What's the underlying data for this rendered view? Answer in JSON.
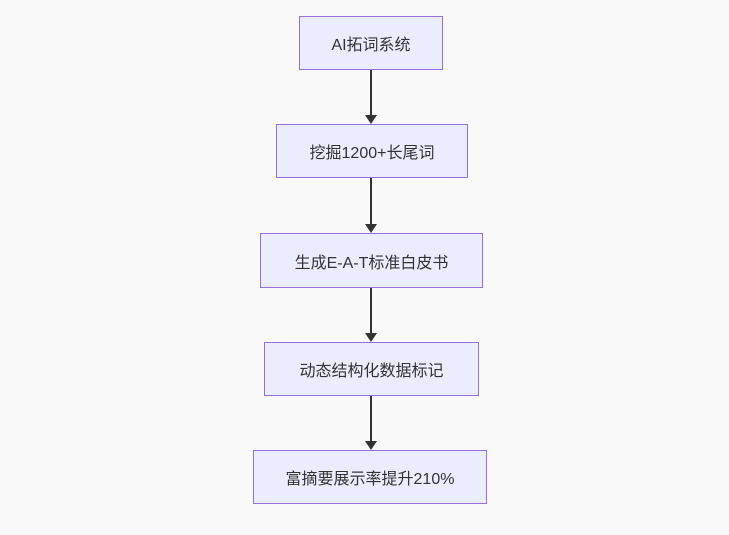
{
  "diagram": {
    "type": "flowchart-vertical",
    "colors": {
      "background": "#f9f9f9",
      "node_fill": "#ececff",
      "node_border": "#9370db",
      "node_text": "#333333",
      "arrow": "#333333"
    },
    "nodes": [
      {
        "id": "ai-keyword-system",
        "label": "AI拓词系统"
      },
      {
        "id": "mine-longtail-keywords",
        "label": "挖掘1200+长尾词"
      },
      {
        "id": "generate-eat-whitepaper",
        "label": "生成E-A-T标准白皮书"
      },
      {
        "id": "dynamic-structured-data",
        "label": "动态结构化数据标记"
      },
      {
        "id": "rich-snippet-rate",
        "label": "富摘要展示率提升210%"
      }
    ],
    "edges": [
      {
        "from": "ai-keyword-system",
        "to": "mine-longtail-keywords"
      },
      {
        "from": "mine-longtail-keywords",
        "to": "generate-eat-whitepaper"
      },
      {
        "from": "generate-eat-whitepaper",
        "to": "dynamic-structured-data"
      },
      {
        "from": "dynamic-structured-data",
        "to": "rich-snippet-rate"
      }
    ]
  }
}
